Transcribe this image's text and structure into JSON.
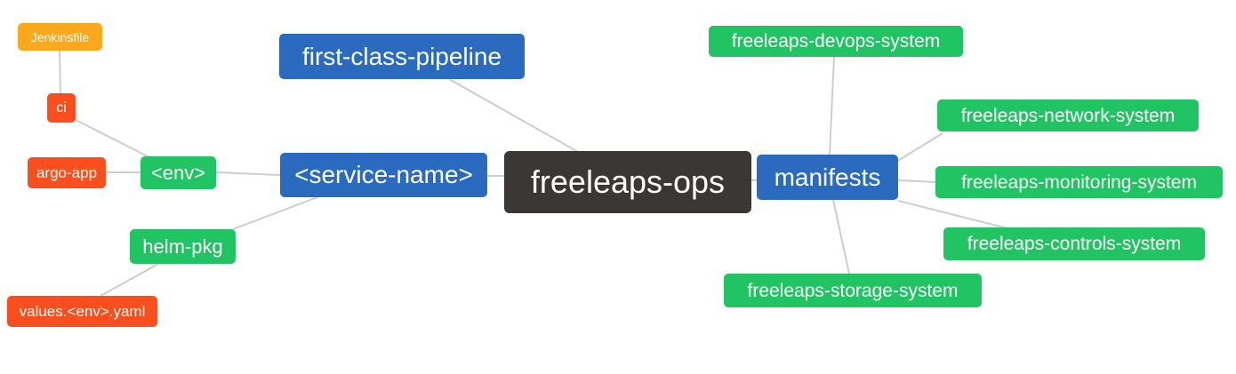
{
  "diagram": {
    "type": "mindmap",
    "background": "#ffffff"
  },
  "colors": {
    "root_node_bg": "#3b3734",
    "branch_node_bg": "#2a6bbf",
    "green_node_bg": "#20c462",
    "red_node_bg": "#f94e1d",
    "orange_node_bg": "#fba81c",
    "edge": "#cdcdcd",
    "node_text": "#ffffff"
  },
  "nodes": {
    "freeleaps_ops": {
      "label": "freeleaps-ops"
    },
    "first_class_pipeline": {
      "label": "first-class-pipeline"
    },
    "service_name": {
      "label": "<service-name>"
    },
    "env": {
      "label": "<env>"
    },
    "ci": {
      "label": "ci"
    },
    "jenkinsfile": {
      "label": "Jenkinsfile"
    },
    "argo_app": {
      "label": "argo-app"
    },
    "helm_pkg": {
      "label": "helm-pkg"
    },
    "values_env_yaml": {
      "label": "values.<env>.yaml"
    },
    "manifests": {
      "label": "manifests"
    },
    "devops_system": {
      "label": "freeleaps-devops-system"
    },
    "network_system": {
      "label": "freeleaps-network-system"
    },
    "monitoring_system": {
      "label": "freeleaps-monitoring-system"
    },
    "controls_system": {
      "label": "freeleaps-controls-system"
    },
    "storage_system": {
      "label": "freeleaps-storage-system"
    }
  },
  "edges": [
    [
      "jenkinsfile",
      "ci"
    ],
    [
      "ci",
      "env"
    ],
    [
      "argo_app",
      "env"
    ],
    [
      "env",
      "service_name"
    ],
    [
      "helm_pkg",
      "service_name"
    ],
    [
      "values_env_yaml",
      "helm_pkg"
    ],
    [
      "first_class_pipeline",
      "freeleaps_ops"
    ],
    [
      "service_name",
      "freeleaps_ops"
    ],
    [
      "freeleaps_ops",
      "manifests"
    ],
    [
      "manifests",
      "devops_system"
    ],
    [
      "manifests",
      "network_system"
    ],
    [
      "manifests",
      "monitoring_system"
    ],
    [
      "manifests",
      "controls_system"
    ],
    [
      "manifests",
      "storage_system"
    ]
  ]
}
